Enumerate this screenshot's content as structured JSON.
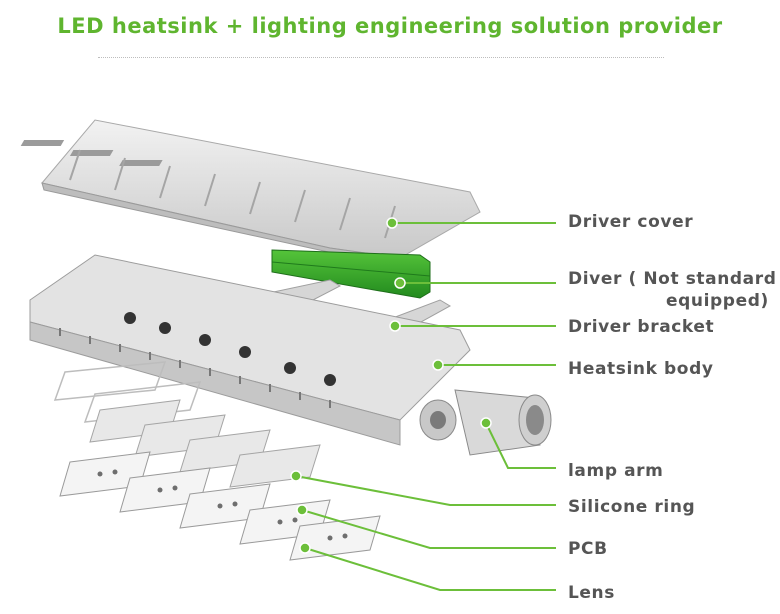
{
  "title": "LED heatsink + lighting engineering solution provider",
  "labels": {
    "driver_cover": "Driver cover",
    "driver_line1": "Diver ( Not standard",
    "driver_line2": "equipped)",
    "driver_bracket": "Driver bracket",
    "heatsink_body": "Heatsink body",
    "lamp_arm": "lamp arm",
    "silicone_ring": "Silicone ring",
    "pcb": "PCB",
    "lens": "Lens"
  },
  "colors": {
    "title_green": "#5fb52f",
    "leader_green": "#6cbf3a",
    "driver_green": "#2e9a2a",
    "label_gray": "#555555"
  }
}
